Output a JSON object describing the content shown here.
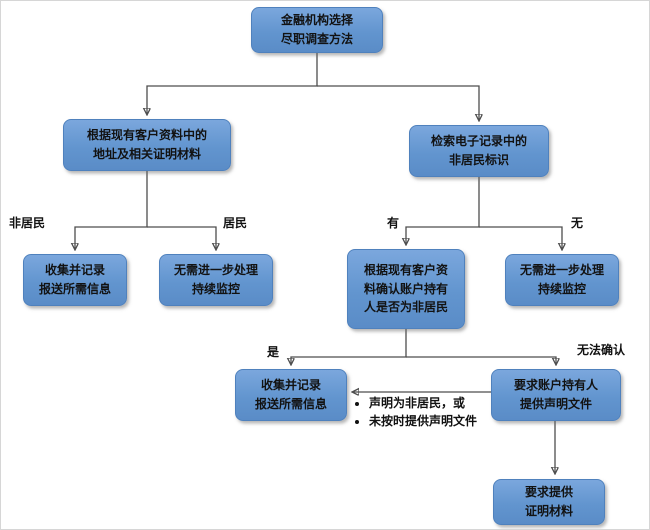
{
  "diagram": {
    "type": "flowchart",
    "colors": {
      "node_fill": "#6295cf",
      "node_border": "#4f81bd",
      "connector": "#4d4d4d",
      "text": "#111111",
      "background": "#ffffff"
    },
    "nodes": {
      "root": {
        "label": "金融机构选择\n尽职调查方法"
      },
      "address_check": {
        "label": "根据现有客户资料中的\n地址及相关证明材料"
      },
      "electronic_search": {
        "label": "检索电子记录中的\n非居民标识"
      },
      "collect_report_left": {
        "label": "收集并记录\n报送所需信息"
      },
      "no_action_left": {
        "label": "无需进一步处理\n持续监控"
      },
      "confirm_nonresident": {
        "label": "根据现有客户资\n料确认账户持有\n人是否为非居民"
      },
      "no_action_right": {
        "label": "无需进一步处理\n持续监控"
      },
      "collect_report_mid": {
        "label": "收集并记录\n报送所需信息"
      },
      "request_declaration": {
        "label": "要求账户持有人\n提供声明文件"
      },
      "request_proof": {
        "label": "要求提供\n证明材料"
      }
    },
    "edge_labels": {
      "non_resident": "非居民",
      "resident": "居民",
      "has_indicator": "有",
      "no_indicator": "无",
      "yes": "是",
      "cannot_confirm": "无法确认"
    },
    "annotation": {
      "bullet1": "声明为非居民，或",
      "bullet2": "未按时提供声明文件"
    }
  }
}
